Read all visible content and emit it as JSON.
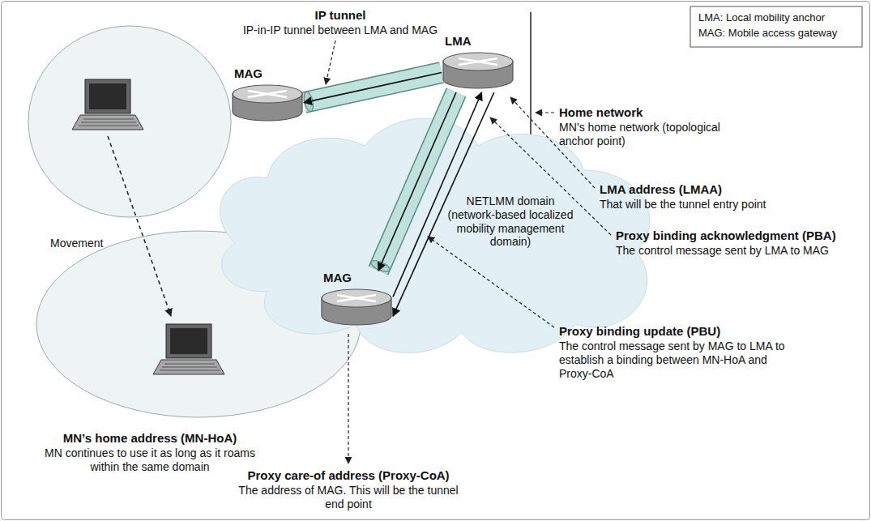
{
  "diagram": {
    "nodes": [
      {
        "text": [
          "LMA"
        ]
      },
      {
        "text": [
          "MAG"
        ]
      },
      {
        "text": [
          "NETLMM domain (network-based localized mobility management domain)"
        ]
      },
      {
        "text": [
          "MAG"
        ]
      }
    ],
    "edges": [
      {
        "from": 0,
        "to": 1,
        "arrow": "to"
      },
      {
        "from": 0,
        "to": 3,
        "arrow": "to"
      },
      {
        "from": 3,
        "to": 0,
        "arrow": "to"
      },
      {
        "from": 0,
        "to": 3,
        "arrow": "to"
      }
    ],
    "labels": [
      "IP tunnel",
      "IP-in-IP tunnel between LMA and MAG",
      "Home network",
      "MN’s home network (topological anchor point)",
      "LMA address (LMAA)",
      "That will be the tunnel entry point",
      "Proxy binding acknowledgment (PBA)",
      "The control message sent by LMA to MAG",
      "Proxy binding update (PBU)",
      "The control message sent by MAG to LMA to establish a binding between MN-HoA and Proxy-CoA",
      "MN’s home address (MN-HoA)",
      "MN continues to use it as long as it roams within the same domain",
      "Proxy care-of address (Proxy-CoA)",
      "The address of MAG. This will be the tunnel end point",
      "Movement",
      "LMA: Local mobility anchor",
      "MAG: Mobile access gateway"
    ]
  }
}
